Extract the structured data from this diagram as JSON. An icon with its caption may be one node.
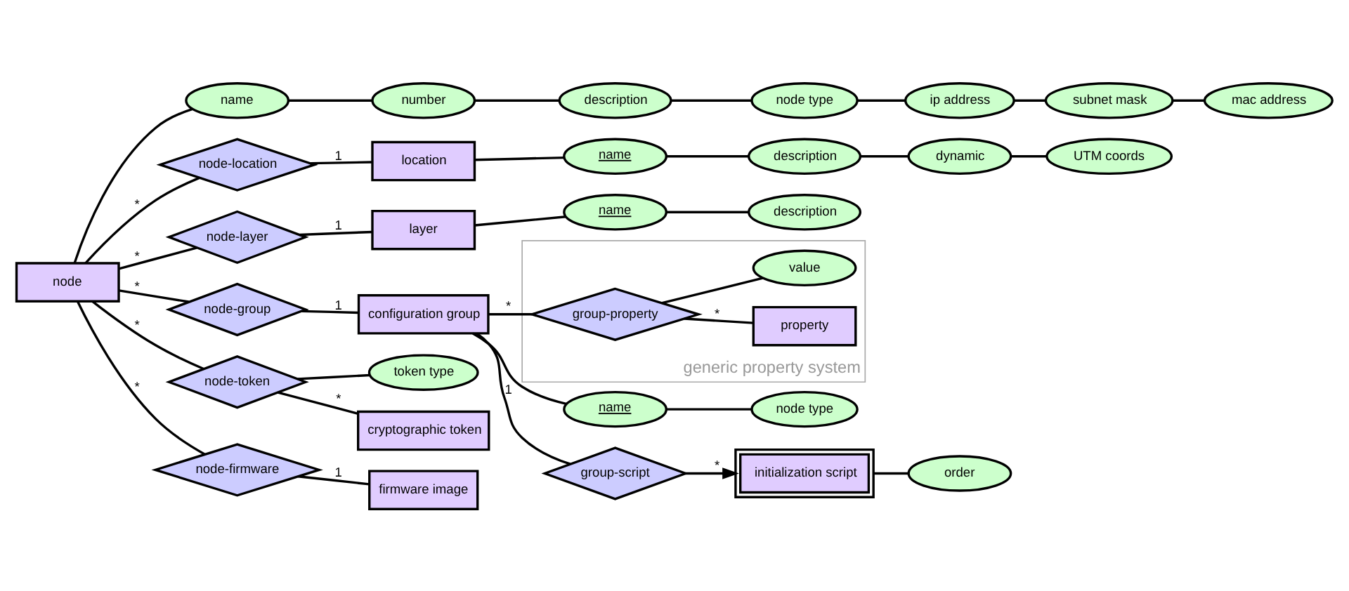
{
  "diagram": {
    "nodes": [
      {
        "text": [
          "node"
        ]
      },
      {
        "text": [
          "name"
        ]
      },
      {
        "text": [
          "number"
        ]
      },
      {
        "text": [
          "description"
        ]
      },
      {
        "text": [
          "node type"
        ]
      },
      {
        "text": [
          "ip address"
        ]
      },
      {
        "text": [
          "subnet mask"
        ]
      },
      {
        "text": [
          "mac address"
        ]
      },
      {
        "text": [
          "node-location"
        ]
      },
      {
        "text": [
          "location"
        ]
      },
      {
        "text": [
          "name"
        ]
      },
      {
        "text": [
          "description"
        ]
      },
      {
        "text": [
          "dynamic"
        ]
      },
      {
        "text": [
          "UTM coords"
        ]
      },
      {
        "text": [
          "node-layer"
        ]
      },
      {
        "text": [
          "layer"
        ]
      },
      {
        "text": [
          "name"
        ]
      },
      {
        "text": [
          "description"
        ]
      },
      {
        "text": [
          "node-group"
        ]
      },
      {
        "text": [
          "configuration group"
        ]
      },
      {
        "text": [
          "name"
        ]
      },
      {
        "text": [
          "node type"
        ]
      },
      {
        "text": [
          "group-script"
        ]
      },
      {
        "text": [
          "initialization script"
        ]
      },
      {
        "text": [
          "order"
        ]
      },
      {
        "text": [
          "generic property system"
        ]
      },
      {
        "text": [
          "group-property"
        ],
        "in": 25
      },
      {
        "text": [
          "property"
        ],
        "in": 25
      },
      {
        "text": [
          "value"
        ],
        "in": 25
      },
      {
        "text": [
          "node-token"
        ]
      },
      {
        "text": [
          "cryptographic token"
        ]
      },
      {
        "text": [
          "token type"
        ]
      },
      {
        "text": [
          "node-firmware"
        ]
      },
      {
        "text": [
          "firmware image"
        ]
      }
    ],
    "edges": [
      {
        "from": 0,
        "to": 1,
        "arrow": "none"
      },
      {
        "from": 1,
        "to": 2,
        "arrow": "none"
      },
      {
        "from": 2,
        "to": 3,
        "arrow": "none"
      },
      {
        "from": 3,
        "to": 4,
        "arrow": "none"
      },
      {
        "from": 4,
        "to": 5,
        "arrow": "none"
      },
      {
        "from": 5,
        "to": 6,
        "arrow": "none"
      },
      {
        "from": 6,
        "to": 7,
        "arrow": "none"
      },
      {
        "from": 0,
        "to": 8,
        "arrow": "none",
        "label": "*"
      },
      {
        "from": 8,
        "to": 9,
        "arrow": "none",
        "label": "1"
      },
      {
        "from": 9,
        "to": 10,
        "arrow": "none"
      },
      {
        "from": 10,
        "to": 11,
        "arrow": "none"
      },
      {
        "from": 11,
        "to": 12,
        "arrow": "none"
      },
      {
        "from": 12,
        "to": 13,
        "arrow": "none"
      },
      {
        "from": 0,
        "to": 14,
        "arrow": "none",
        "label": "*"
      },
      {
        "from": 14,
        "to": 15,
        "arrow": "none",
        "label": "1"
      },
      {
        "from": 15,
        "to": 16,
        "arrow": "none"
      },
      {
        "from": 16,
        "to": 17,
        "arrow": "none"
      },
      {
        "from": 0,
        "to": 18,
        "arrow": "none",
        "label": "*"
      },
      {
        "from": 18,
        "to": 19,
        "arrow": "none",
        "label": "1"
      },
      {
        "from": 19,
        "to": 20,
        "arrow": "none"
      },
      {
        "from": 20,
        "to": 21,
        "arrow": "none"
      },
      {
        "from": 19,
        "to": 22,
        "arrow": "none",
        "label": "1"
      },
      {
        "from": 22,
        "to": 23,
        "arrow": "to",
        "label": "*"
      },
      {
        "from": 23,
        "to": 24,
        "arrow": "none"
      },
      {
        "from": 19,
        "to": 26,
        "arrow": "none",
        "label": "*"
      },
      {
        "from": 26,
        "to": 27,
        "arrow": "none",
        "label": "*"
      },
      {
        "from": 26,
        "to": 28,
        "arrow": "none"
      },
      {
        "from": 0,
        "to": 29,
        "arrow": "none",
        "label": "*"
      },
      {
        "from": 29,
        "to": 30,
        "arrow": "none",
        "label": "*"
      },
      {
        "from": 29,
        "to": 31,
        "arrow": "none"
      },
      {
        "from": 0,
        "to": 32,
        "arrow": "none",
        "label": "*"
      },
      {
        "from": 32,
        "to": 33,
        "arrow": "none",
        "label": "1"
      }
    ]
  }
}
